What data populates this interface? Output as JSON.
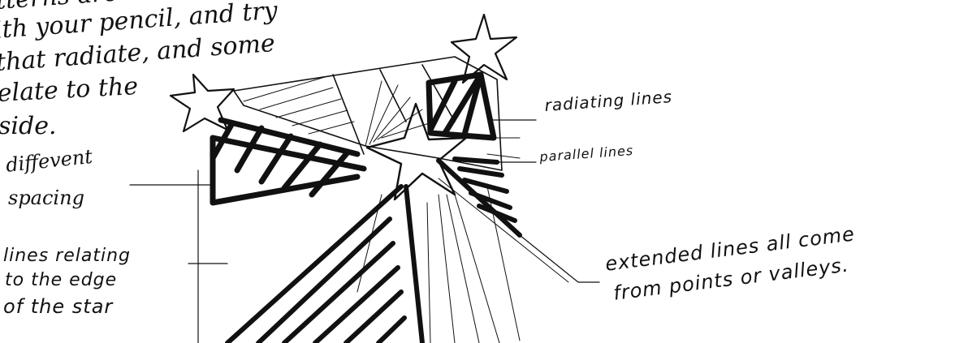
{
  "intro_lines": [
    "tterns are individually yours.",
    "ith your pencil, and try",
    "that radiate, and some",
    "elate to the",
    "side."
  ],
  "labels": {
    "radiating": "radiating lines",
    "parallel": "parallel lines",
    "different_spacing_1": "diffevent",
    "different_spacing_2": "spacing",
    "edge_1": "lines relating",
    "edge_2": "to the edge",
    "edge_3": "of the star",
    "extended_1": "extended lines all come",
    "extended_2": "from points or valleys."
  },
  "colors": {
    "ink": "#111111",
    "paper": "#ffffff"
  }
}
